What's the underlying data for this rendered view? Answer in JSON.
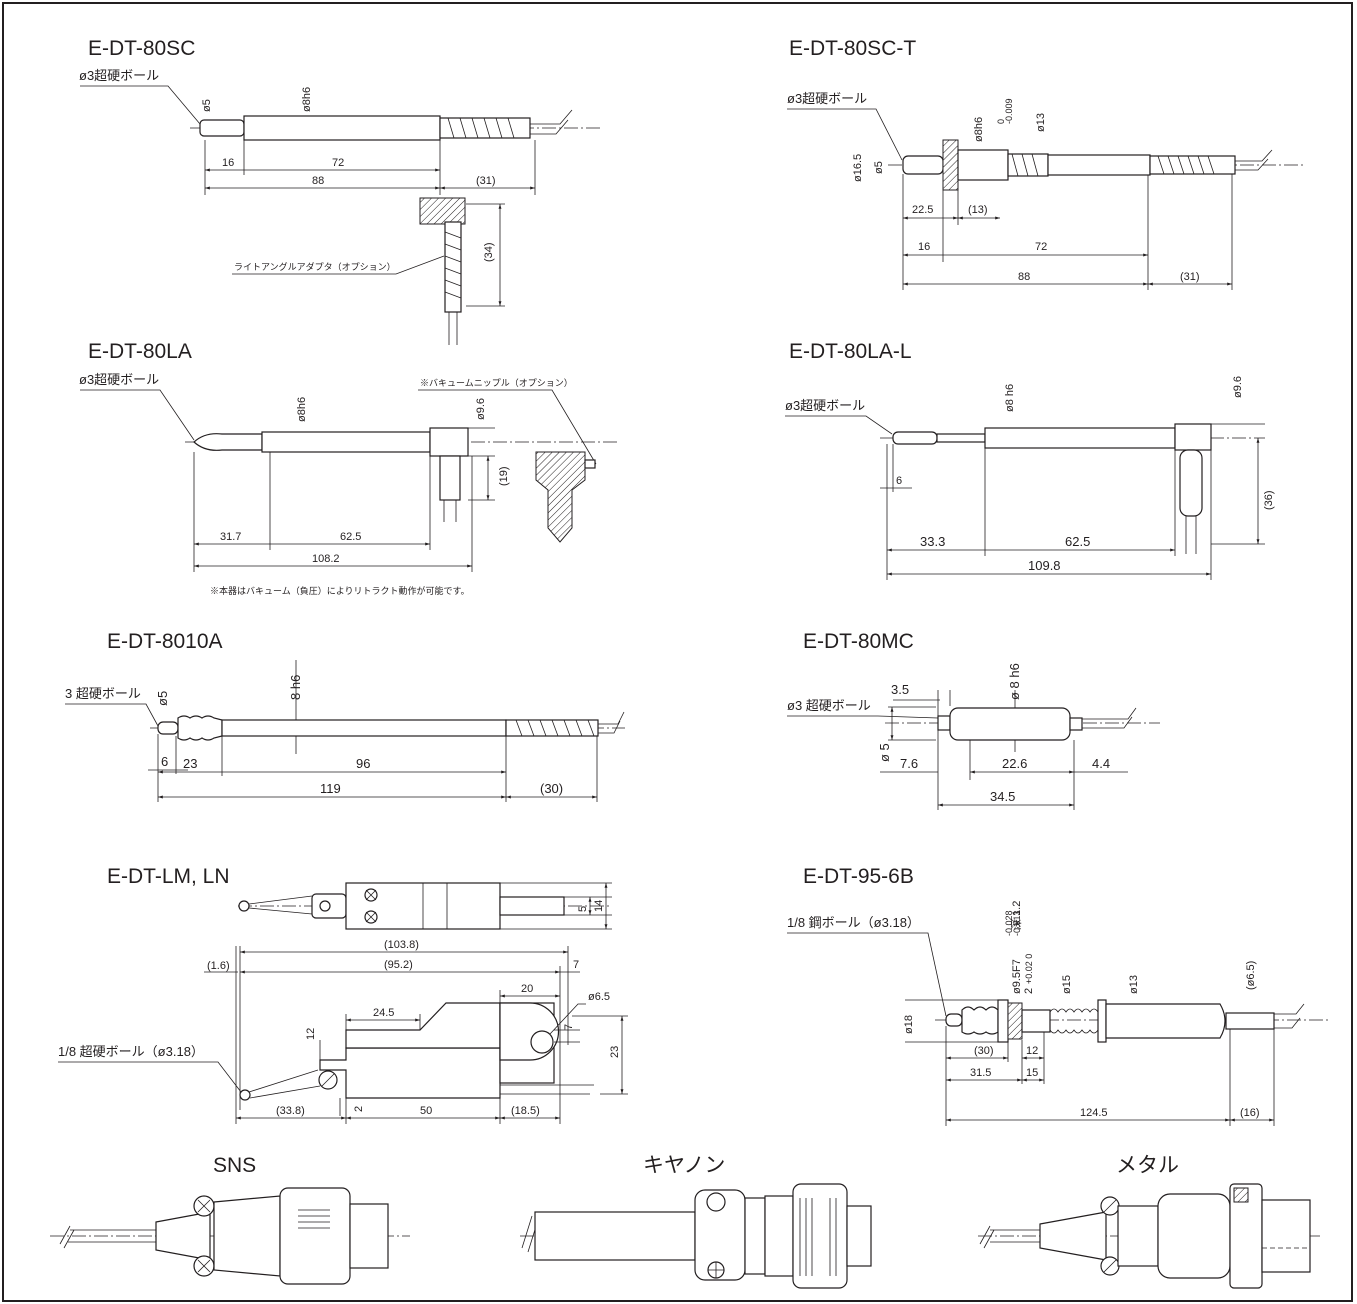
{
  "figures": {
    "e80sc": {
      "title": "E-DT-80SC",
      "ball": "ø3超硬ボール",
      "d_tip": "ø5",
      "d_body": "ø8h6",
      "dims": [
        "16",
        "72",
        "88",
        "(31)"
      ],
      "adapter": "ライトアングルアダプタ（オプション）",
      "adapter_dim": "(34)"
    },
    "e80sct": {
      "title": "E-DT-80SC-T",
      "ball": "ø3超硬ボール",
      "d_outer": "ø16.5",
      "d_tip": "ø5",
      "d_body": "ø8h6",
      "d_body_tol_top": "0",
      "d_body_tol_bot": "-0.009",
      "d_nut": "ø13",
      "dims": [
        "22.5",
        "(13)",
        "16",
        "72",
        "88",
        "(31)"
      ]
    },
    "e80la": {
      "title": "E-DT-80LA",
      "ball": "ø3超硬ボール",
      "nipple": "※バキュームニップル（オプション）",
      "d_body": "ø8h6",
      "d_head": "ø9.6",
      "d_drop": "(19)",
      "dims": [
        "31.7",
        "62.5",
        "108.2"
      ],
      "note": "※本器はバキューム（負圧）によりリトラクト動作が可能です。"
    },
    "e80lal": {
      "title": "E-DT-80LA-L",
      "ball": "ø3超硬ボール",
      "d_body": "ø8 h6",
      "d_head": "ø9.6",
      "dims": [
        "6",
        "33.3",
        "62.5",
        "109.8",
        "(36)"
      ]
    },
    "e8010a": {
      "title": "E-DT-8010A",
      "ball": "3 超硬ボール",
      "d_tip": "ø5",
      "d_body": "8 h6",
      "dims": [
        "6",
        "23",
        "96",
        "119",
        "(30)"
      ]
    },
    "e80mc": {
      "title": "E-DT-80MC",
      "ball": "ø3 超硬ボール",
      "d_body": "ø 8  h6",
      "d_tip": "ø 5",
      "dims": [
        "3.5",
        "7.6",
        "22.6",
        "4.4",
        "34.5"
      ]
    },
    "elm": {
      "title": "E-DT-LM, LN",
      "ball": "1/8 超硬ボール（ø3.18）",
      "dims_top": [
        "5",
        "14"
      ],
      "dims": [
        "(103.8)",
        "(1.6)",
        "(95.2)",
        "7",
        "20",
        "ø6.5",
        "24.5",
        "12",
        "7",
        "23",
        "2",
        "(33.8)",
        "50",
        "(18.5)"
      ]
    },
    "e956b": {
      "title": "E-DT-95-6B",
      "ball": "1/8 鋼ボール（ø3.18）",
      "d_18": "ø18",
      "d_bore": "ø9.5F7",
      "d_bore_tol_top": "-0.028",
      "d_bore_tol_bot": "-0.013",
      "d_depth": "深 1.2",
      "d_2": "2",
      "d_2_tol": "+0.02  0",
      "d_15": "ø15",
      "d_13": "ø13",
      "d_65": "(ø6.5)",
      "dims": [
        "(30)",
        "12",
        "31.5",
        "15",
        "124.5",
        "(16)"
      ]
    },
    "connectors": [
      "SNS",
      "キヤノン",
      "メタル"
    ]
  }
}
